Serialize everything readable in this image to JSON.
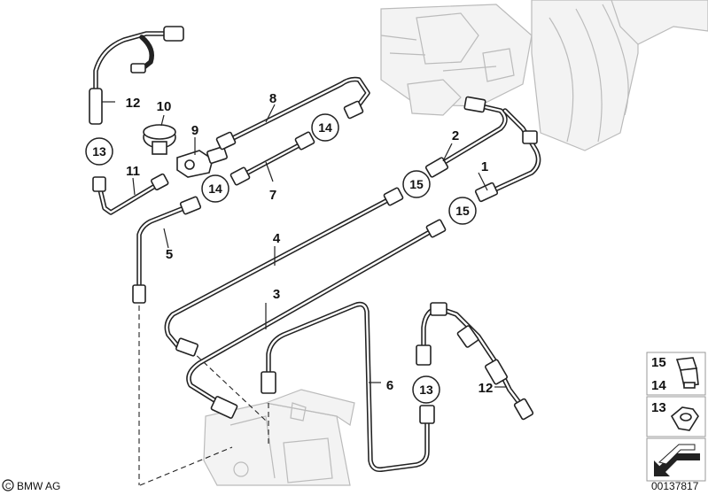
{
  "callouts": {
    "c1": "1",
    "c2": "2",
    "c3": "3",
    "c4": "4",
    "c5": "5",
    "c6": "6",
    "c7": "7",
    "c8": "8",
    "c9": "9",
    "c10": "10",
    "c11": "11",
    "c12a": "12",
    "c12b": "12"
  },
  "circled_callouts": {
    "c13a": "13",
    "c13b": "13",
    "c14a": "14",
    "c14b": "14",
    "c15a": "15",
    "c15b": "15"
  },
  "legend": {
    "l15": "15",
    "l14": "14",
    "l13": "13"
  },
  "footer": {
    "brand": "BMW AG",
    "diagram_number": "00137817"
  },
  "colors": {
    "line": "#222222",
    "ghost": "#bbbbbb",
    "background": "#ffffff"
  }
}
